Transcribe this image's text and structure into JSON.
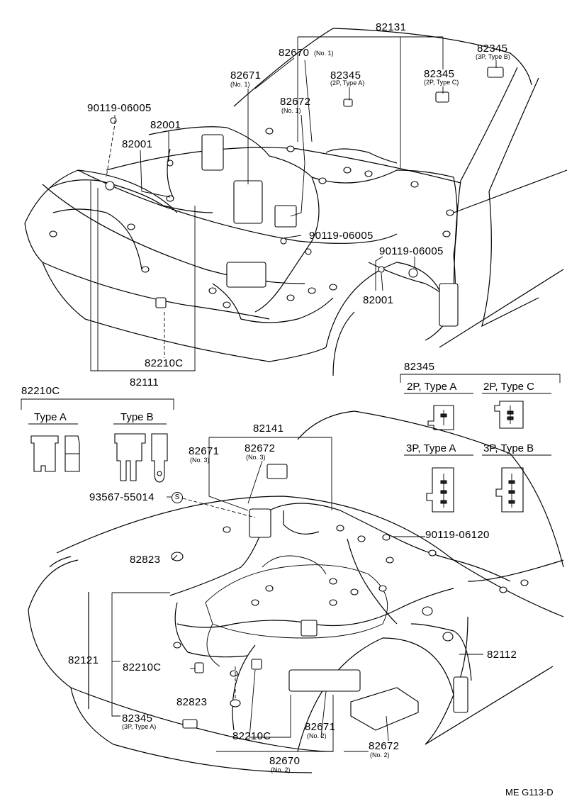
{
  "diagram_code": "ME G113-D",
  "labels": {
    "p82131": "82131",
    "p82670_1": "82670",
    "p82670_1_sub": "(No. 1)",
    "p82345_b": "82345",
    "p82345_b_sub": "(3P, Type B)",
    "p82671_1": "82671",
    "p82671_1_sub": "(No. 1)",
    "p82345_a": "82345",
    "p82345_a_sub": "(2P, Type A)",
    "p82345_c": "82345",
    "p82345_c_sub": "(2P, Type C)",
    "p82672_1": "82672",
    "p82672_1_sub": "(No. 1)",
    "p90119_06005_a": "90119-06005",
    "p82001_a": "82001",
    "p82001_b": "82001",
    "p90119_06005_b": "90119-06005",
    "p90119_06005_c": "90119-06005",
    "p82001_c": "82001",
    "p82210c_top": "82210C",
    "p82111": "82111",
    "p82345_box": "82345",
    "type_2pa": "2P, Type A",
    "type_2pc": "2P, Type C",
    "type_3pa": "3P, Type A",
    "type_3pb": "3P, Type B",
    "p82210c_box": "82210C",
    "type_a": "Type A",
    "type_b": "Type B",
    "p82141": "82141",
    "p82671_3": "82671",
    "p82671_3_sub": "(No. 3)",
    "p82672_3": "82672",
    "p82672_3_sub": "(No. 3)",
    "p93567": "93567-55014",
    "s_mark": "S",
    "p90119_06120": "90119-06120",
    "p82823_a": "82823",
    "p82121": "82121",
    "p82210c_mid": "82210C",
    "p82112": "82112",
    "p82823_b": "82823",
    "p82345_3pa": "82345",
    "p82345_3pa_sub": "(3P, Type A)",
    "p82210c_bot": "82210C",
    "p82671_2": "82671",
    "p82671_2_sub": "(No. 2)",
    "p82672_2": "82672",
    "p82672_2_sub": "(No. 2)",
    "p82670_2": "82670",
    "p82670_2_sub": "(No. 2)"
  }
}
